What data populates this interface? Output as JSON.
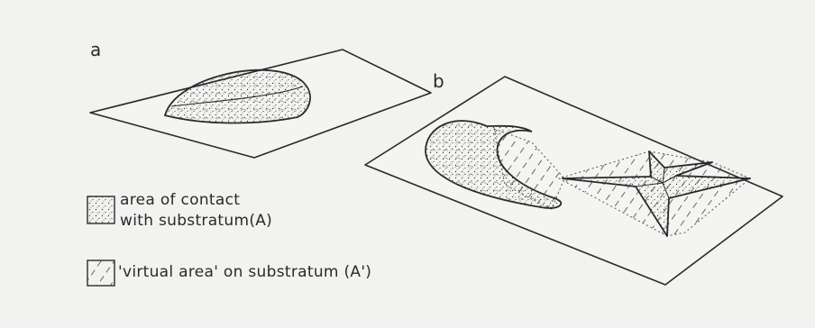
{
  "figure": {
    "panel_a_label": "a",
    "panel_b_label": "b"
  },
  "legend": {
    "contact": {
      "line1": "area of contact",
      "line2": "with substratum(A)",
      "swatch": "stippled"
    },
    "virtual": {
      "line1": "'virtual area' on substratum (A')",
      "swatch": "dashed-hatching"
    }
  },
  "colors": {
    "ink": "#2a2a2a",
    "paper": "#f2f2f0"
  }
}
